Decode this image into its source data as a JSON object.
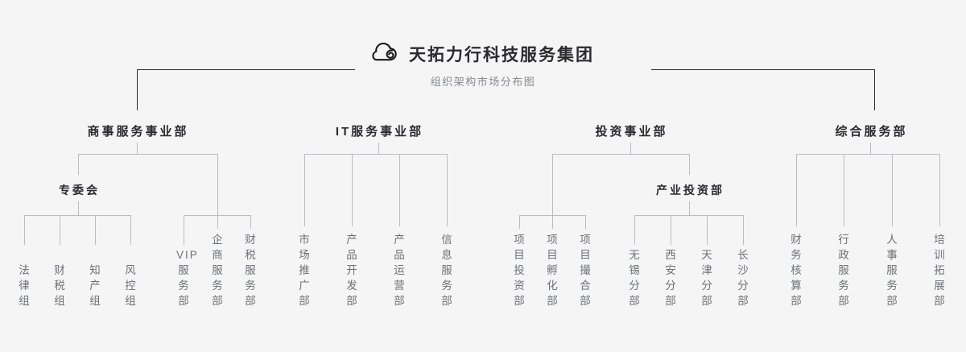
{
  "brand": {
    "logo_icon": "cloud-icon",
    "name": "天拓力行科技服务集团",
    "subtitle": "组织架构市场分布图"
  },
  "colors": {
    "background": "#f5f5f5",
    "heading_text": "#2b2b2f",
    "leaf_text": "#6e7176",
    "subtitle_text": "#86898e",
    "connector_line": "#b9bcc0",
    "top_connector_line": "#2b2b2f"
  },
  "divisions": [
    {
      "name": "商事服务事业部",
      "groups": [
        {
          "name": "专委会",
          "children": [
            "法律组",
            "财税组",
            "知产组",
            "风控组"
          ]
        }
      ],
      "children": [
        "VIP服务部",
        "企商服务部",
        "财税服务部"
      ]
    },
    {
      "name": "IT服务事业部",
      "groups": [],
      "children": [
        "市场推广部",
        "产品开发部",
        "产品运营部",
        "信息服务部"
      ]
    },
    {
      "name": "投资事业部",
      "groups": [
        {
          "name": "产业投资部",
          "children": [
            "无锡分部",
            "西安分部",
            "天津分部",
            "长沙分部"
          ]
        }
      ],
      "children": [
        "项目投资部",
        "项目孵化部",
        "项目撮合部"
      ]
    },
    {
      "name": "综合服务部",
      "groups": [],
      "children": [
        "财务核算部",
        "行政服务部",
        "人事服务部",
        "培训拓展部"
      ]
    }
  ],
  "leaves": {
    "fa_lv_zu": "法律组",
    "cai_shui_zu": "财税组",
    "zhi_chan_zu": "知产组",
    "feng_kong_zu": "风控组",
    "vip_fuwu": "VIP服务部",
    "qishang_fuwu": "企商服务部",
    "caishui_fuwu": "财税服务部",
    "shichang_tuiguang": "市场推广部",
    "chanpin_kaifa": "产品开发部",
    "chanpin_yunying": "产品运营部",
    "xinxi_fuwu": "信息服务部",
    "xiangmu_touzi": "项目投资部",
    "xiangmu_fuhua": "项目孵化部",
    "xiangmu_cuohe": "项目撮合部",
    "wuxi": "无锡分部",
    "xian": "西安分部",
    "tianjin": "天津分部",
    "changsha": "长沙分部",
    "caiwu_hesuan": "财务核算部",
    "xingzheng_fuwu": "行政服务部",
    "renshi_fuwu": "人事服务部",
    "peixun_tuozhan": "培训拓展部"
  }
}
